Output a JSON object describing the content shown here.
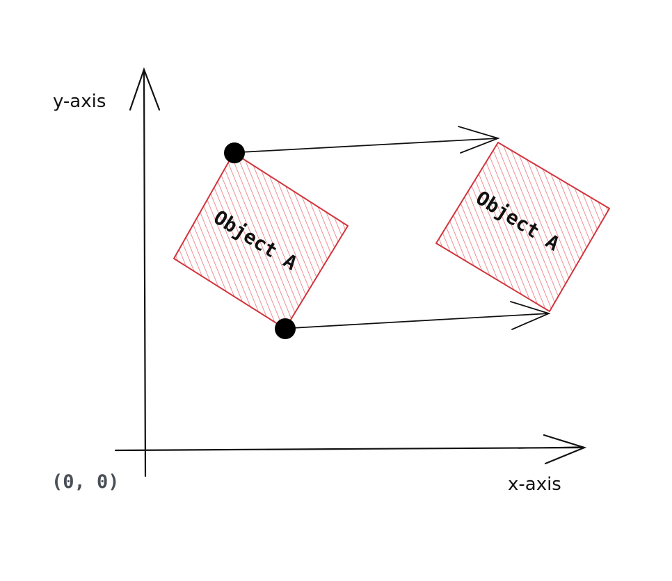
{
  "labels": {
    "y_axis": "y-axis",
    "x_axis": "x-axis",
    "origin": "(0, 0)"
  },
  "objects": [
    {
      "label": "Object A"
    },
    {
      "label": "Object A"
    }
  ],
  "colors": {
    "object_stroke": "#d1353c",
    "object_hatch": "#e9737a",
    "ink": "#111111",
    "origin_text": "#4a4f57",
    "background": "#ffffff"
  }
}
